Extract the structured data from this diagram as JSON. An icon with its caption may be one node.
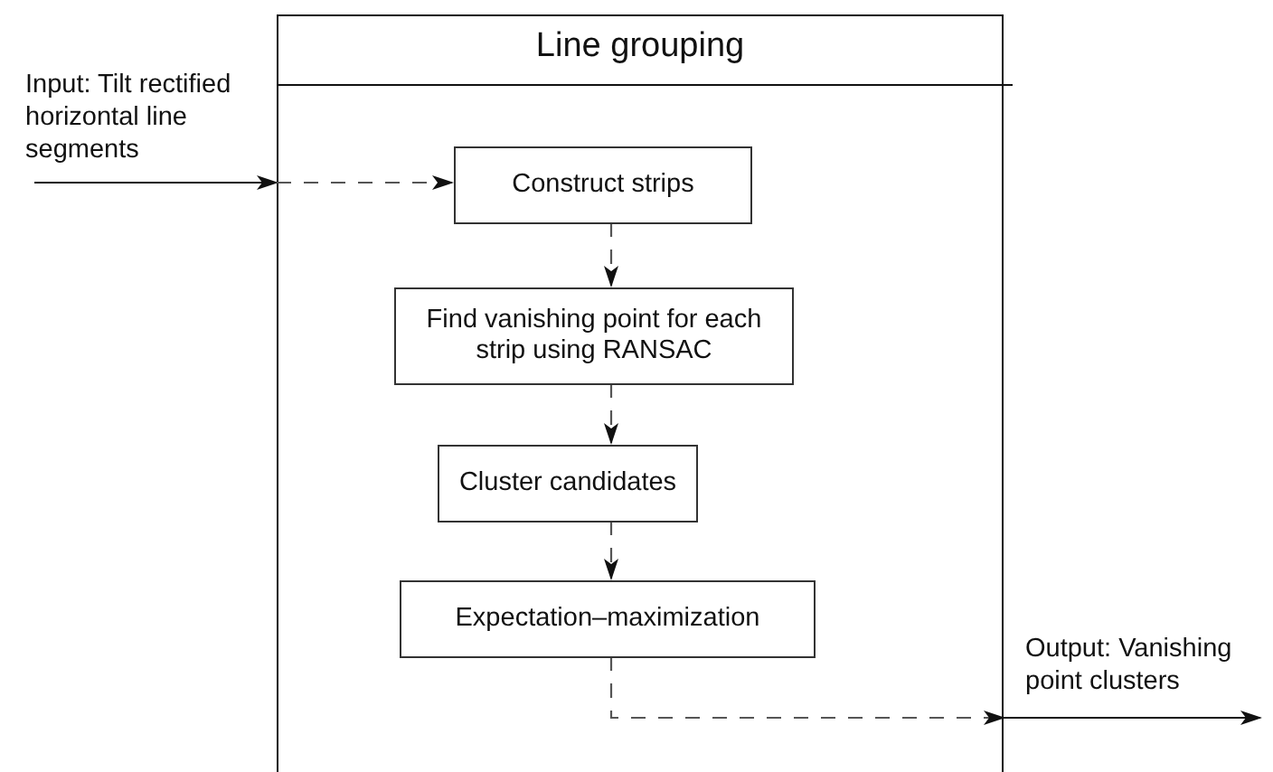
{
  "diagram": {
    "nodes": [
      {
        "text": [
          "Line grouping"
        ]
      },
      {
        "text": [
          "Input: Tilt rectified horizontal line segments"
        ]
      },
      {
        "text": [
          "Construct strips"
        ],
        "in": 0
      },
      {
        "text": [
          "Find vanishing point for each strip using RANSAC"
        ],
        "in": 0
      },
      {
        "text": [
          "Cluster candidates"
        ],
        "in": 0
      },
      {
        "text": [
          "Expectation–maximization"
        ],
        "in": 0
      },
      {
        "text": [
          "Output: Vanishing point clusters"
        ]
      }
    ],
    "edges": [
      {
        "from": 1,
        "to": 0,
        "arrow": "to"
      },
      {
        "from": 0,
        "to": 2,
        "arrow": "to",
        "style": "dashed"
      },
      {
        "from": 2,
        "to": 3,
        "arrow": "to",
        "style": "dashed"
      },
      {
        "from": 3,
        "to": 4,
        "arrow": "to",
        "style": "dashed"
      },
      {
        "from": 4,
        "to": 5,
        "arrow": "to",
        "style": "dashed"
      },
      {
        "from": 5,
        "to": 0,
        "arrow": "to",
        "style": "dashed"
      },
      {
        "from": 0,
        "to": 6,
        "arrow": "to"
      }
    ]
  }
}
